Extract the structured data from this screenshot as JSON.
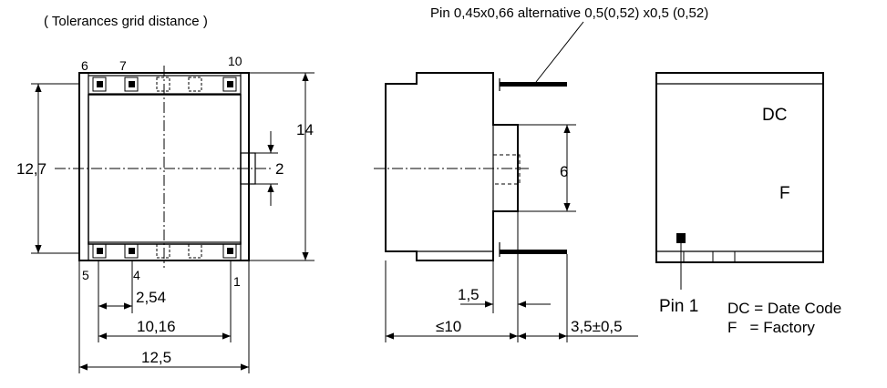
{
  "top_view": {
    "tolerance_note": "( Tolerances grid distance )",
    "pins_top": [
      "6",
      "7",
      "10"
    ],
    "pins_bottom": [
      "5",
      "4",
      "1"
    ],
    "dim_height_body": "12,7",
    "dim_height_total": "14",
    "dim_gap": "2",
    "dim_pitch": "2,54",
    "dim_span": "10,16",
    "dim_width": "12,5"
  },
  "side_view": {
    "pin_note": "Pin 0,45x0,66 alternative 0,5(0,52) x0,5 (0,52)",
    "dim_slot": "6",
    "dim_offset": "1,5",
    "dim_length": "≤10",
    "dim_pin_length": "3,5±0,5"
  },
  "label_view": {
    "marking_dc": "DC",
    "marking_f": "F",
    "pin1_label": "Pin 1",
    "legend_dc": "DC = Date Code",
    "legend_f": "F   = Factory"
  }
}
